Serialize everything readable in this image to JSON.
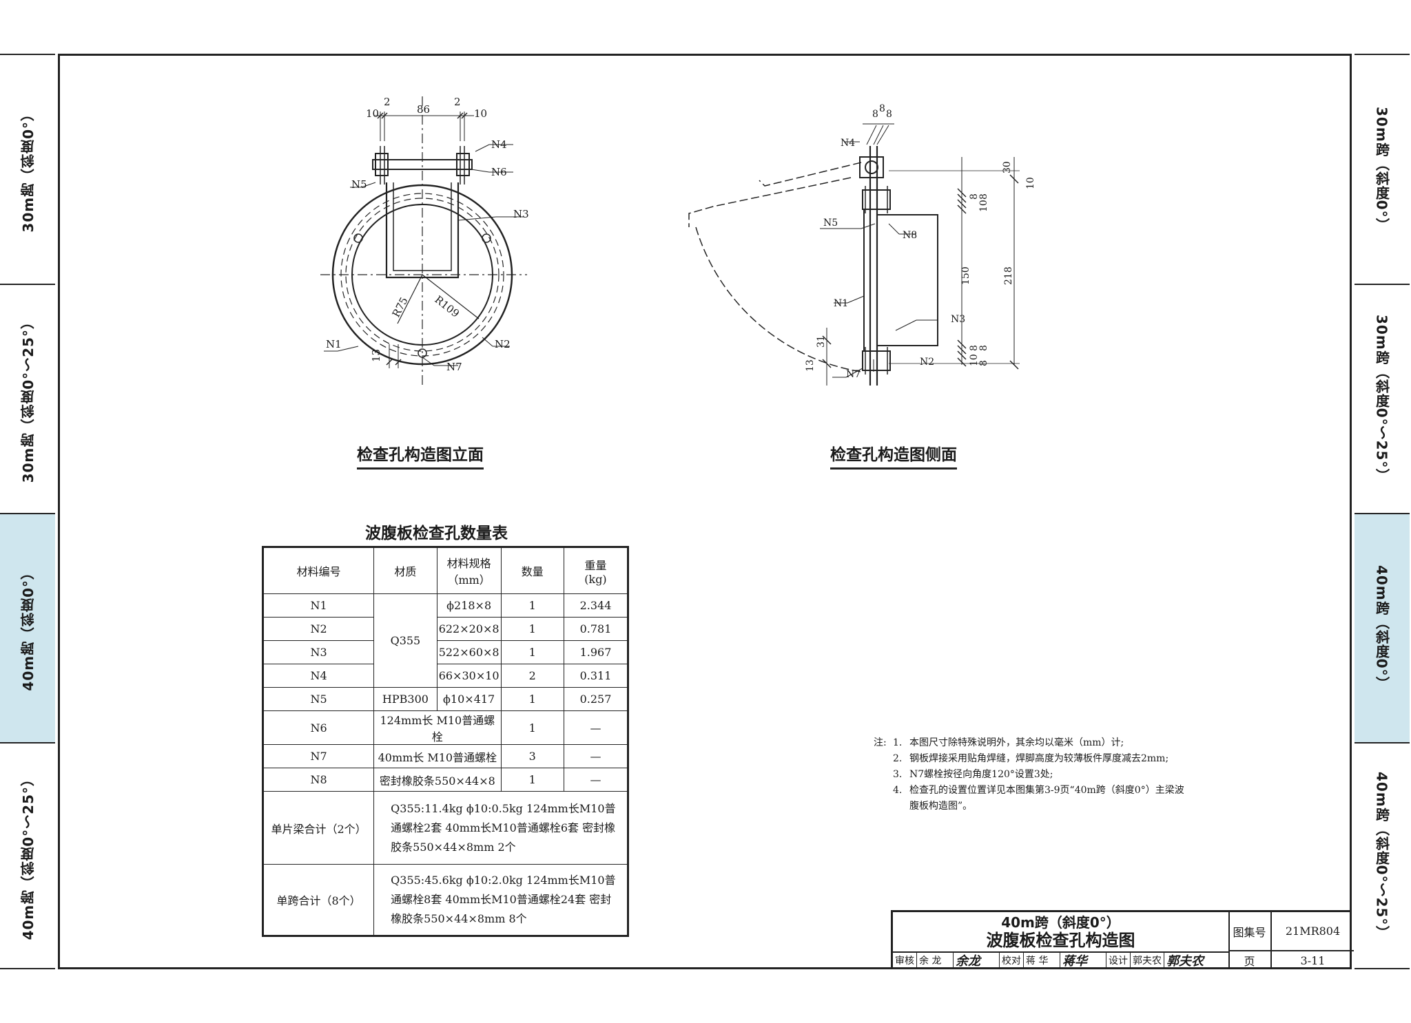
{
  "side_tabs": {
    "left": [
      {
        "label": "30m跨（斜度0°）",
        "active": false
      },
      {
        "label": "30m跨（斜度0°～25°）",
        "active": false
      },
      {
        "label": "40m跨（斜度0°）",
        "active": true
      },
      {
        "label": "40m跨（斜度0°～25°）",
        "active": false
      }
    ],
    "right": [
      {
        "label": "30m跨（斜度0°）",
        "active": false
      },
      {
        "label": "30m跨（斜度0°～25°）",
        "active": false
      },
      {
        "label": "40m跨（斜度0°）",
        "active": true
      },
      {
        "label": "40m跨（斜度0°～25°）",
        "active": false
      }
    ],
    "active_color": "#cfe6ee"
  },
  "front_view": {
    "caption": "检查孔构造图立面",
    "dims": {
      "d10a": "10",
      "d2a": "2",
      "d86": "86",
      "d2b": "2",
      "d10b": "10",
      "d13": "13",
      "r75": "R75",
      "r109": "R109"
    },
    "labels": {
      "n1": "N1",
      "n2": "N2",
      "n3": "N3",
      "n4": "N4",
      "n5": "N5",
      "n6": "N6",
      "n7": "N7"
    }
  },
  "side_view": {
    "caption": "检查孔构造图侧面",
    "dims": {
      "top8": "8",
      "top8b": "8",
      "top8c": "8",
      "d30": "30",
      "d10": "10",
      "d8a": "8",
      "d8b": "8",
      "d10b": "10",
      "d150": "150",
      "d218": "218",
      "d8c": "8",
      "d8d": "8",
      "d10c": "10",
      "d8e": "8",
      "d31": "31",
      "d13": "13"
    },
    "labels": {
      "n1": "N1",
      "n2": "N2",
      "n3": "N3",
      "n4": "N4",
      "n5": "N5",
      "n7": "N7",
      "n8": "N8"
    }
  },
  "table": {
    "title": "波腹板检查孔数量表",
    "headers": {
      "code": "材料编号",
      "material": "材质",
      "spec_l1": "材料规格",
      "spec_l2": "（mm）",
      "qty": "数量",
      "weight_l1": "重量",
      "weight_l2": "(kg)"
    },
    "rows": [
      {
        "code": "N1",
        "material": "Q355",
        "spec": "ϕ218×8",
        "qty": "1",
        "weight": "2.344"
      },
      {
        "code": "N2",
        "spec": "622×20×8",
        "qty": "1",
        "weight": "0.781"
      },
      {
        "code": "N3",
        "spec": "522×60×8",
        "qty": "1",
        "weight": "1.967"
      },
      {
        "code": "N4",
        "spec": "66×30×10",
        "qty": "2",
        "weight": "0.311"
      },
      {
        "code": "N5",
        "material": "HPB300",
        "spec": "ϕ10×417",
        "qty": "1",
        "weight": "0.257"
      },
      {
        "code": "N6",
        "material_spec": "124mm长 M10普通螺栓",
        "qty": "1",
        "weight": "—"
      },
      {
        "code": "N7",
        "material_spec": "40mm长 M10普通螺栓",
        "qty": "3",
        "weight": "—"
      },
      {
        "code": "N8",
        "material_spec": "密封橡胶条550×44×8",
        "qty": "1",
        "weight": "—"
      }
    ],
    "summary": [
      {
        "label": "单片梁合计（2个）",
        "text": "Q355:11.4kg ϕ10:0.5kg 124mm长M10普通螺栓2套 40mm长M10普通螺栓6套 密封橡胶条550×44×8mm 2个"
      },
      {
        "label": "单跨合计（8个）",
        "text": "Q355:45.6kg ϕ10:2.0kg 124mm长M10普通螺栓8套 40mm长M10普通螺栓24套 密封橡胶条550×44×8mm 8个"
      }
    ]
  },
  "notes": {
    "label": "注:",
    "items": [
      {
        "num": "1.",
        "text": "本图尺寸除特殊说明外，其余均以毫米（mm）计;"
      },
      {
        "num": "2.",
        "text": "钢板焊接采用贴角焊缝，焊脚高度为较薄板件厚度减去2mm;"
      },
      {
        "num": "3.",
        "text": "N7螺栓按径向角度120°设置3处;"
      },
      {
        "num": "4.",
        "text": "检查孔的设置位置详见本图集第3-9页“40m跨（斜度0°）主梁波腹板构造图”。"
      }
    ]
  },
  "title_block": {
    "title_line1": "40m跨（斜度0°）",
    "title_line2": "波腹板检查孔构造图",
    "atlas_label": "图集号",
    "atlas_no": "21MR804",
    "page_label": "页",
    "page_no": "3-11",
    "review_label": "审核",
    "review_name": "余 龙",
    "review_sig": "余龙",
    "check_label": "校对",
    "check_name": "蒋 华",
    "check_sig": "蒋华",
    "design_label": "设计",
    "design_name": "郭夫农",
    "design_sig": "郭夫农"
  }
}
